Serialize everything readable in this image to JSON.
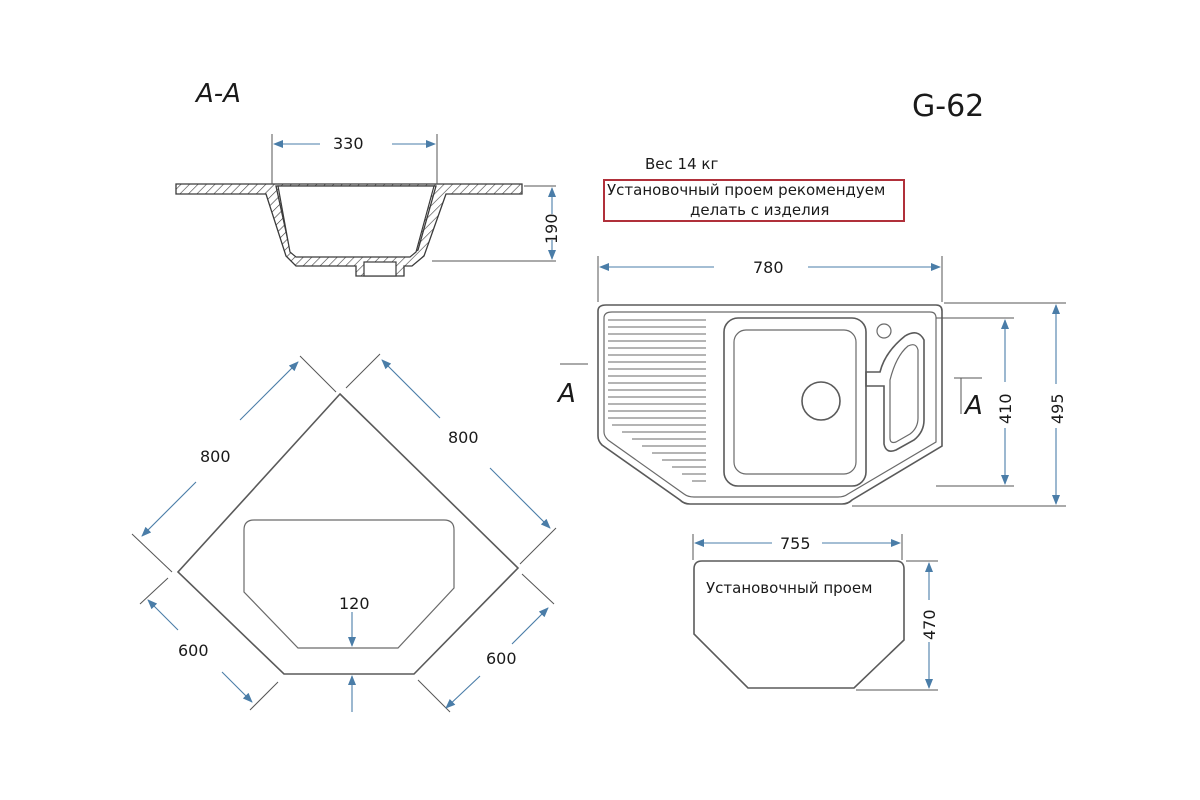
{
  "section": {
    "title": "A-A",
    "width_dim": "330",
    "height_dim": "190"
  },
  "model": {
    "code": "G-62"
  },
  "notes": {
    "weight": "Вес 14 кг",
    "line1": "Установочный проем рекомендуем",
    "line2": "делать с изделия"
  },
  "top_view": {
    "width_dim": "780",
    "height_outer_dim": "495",
    "height_inner_dim": "410",
    "section_mark": "A"
  },
  "corner_view": {
    "side_left": "800",
    "side_right": "800",
    "short_left": "600",
    "short_right": "600",
    "offset": "120"
  },
  "cutout": {
    "label": "Установочный проем",
    "width_dim": "755",
    "height_dim": "470"
  },
  "colors": {
    "dimension": "#4a7da8",
    "outline": "#5a5a5a",
    "note_border": "#b0303a"
  }
}
